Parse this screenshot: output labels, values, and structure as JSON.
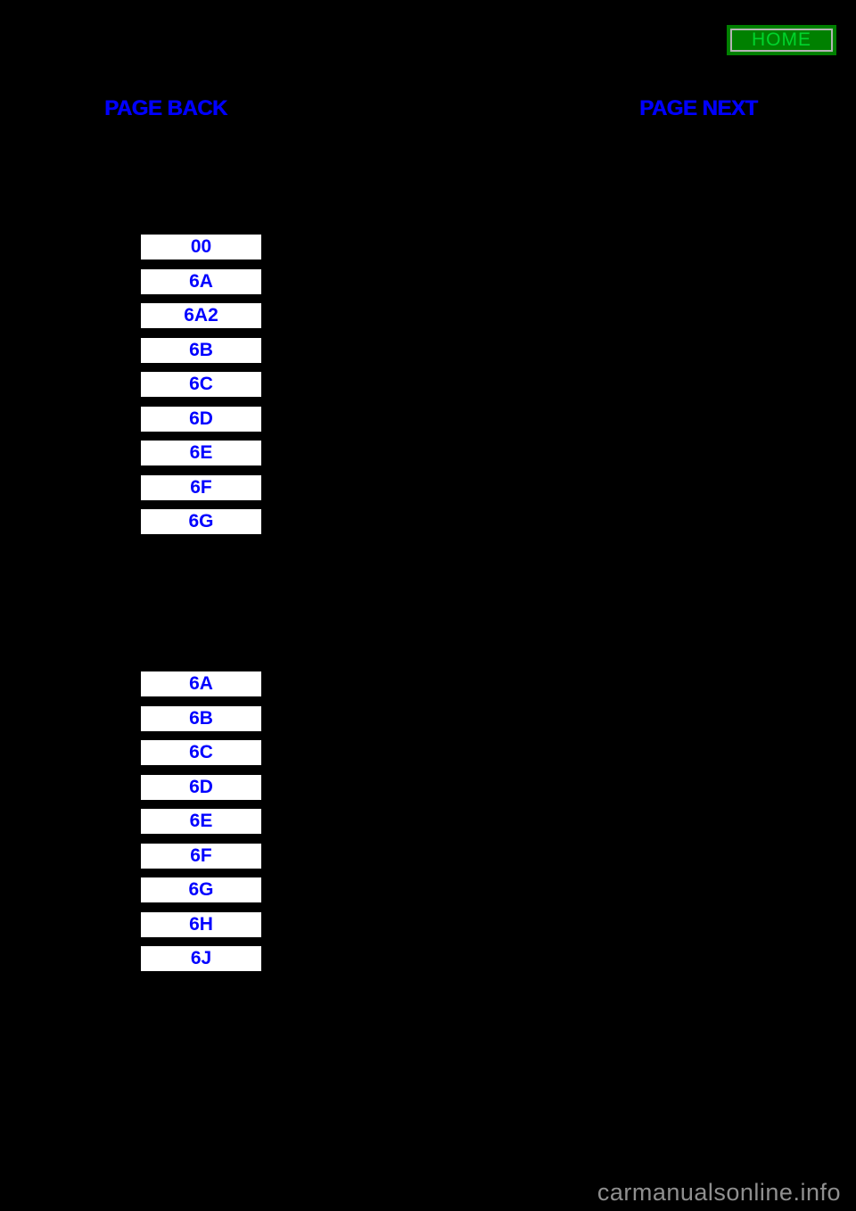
{
  "page": {
    "background_color": "#000000",
    "accent_blue": "#0000ff",
    "button_green_fill": "#008000",
    "button_green_text": "#00d42c",
    "button_border_silver": "#b4b4b4",
    "watermark_gray": "#8f8f8f"
  },
  "header": {
    "home_button_label": "HOME",
    "page_back_label": "PAGE BACK",
    "page_next_label": "PAGE NEXT"
  },
  "groups": {
    "first": [
      "00",
      "6A",
      "6A2",
      "6B",
      "6C",
      "6D",
      "6E",
      "6F",
      "6G"
    ],
    "second": [
      "6A",
      "6B",
      "6C",
      "6D",
      "6E",
      "6F",
      "6G",
      "6H",
      "6J"
    ]
  },
  "watermark": {
    "text": "carmanualsonline.info"
  }
}
